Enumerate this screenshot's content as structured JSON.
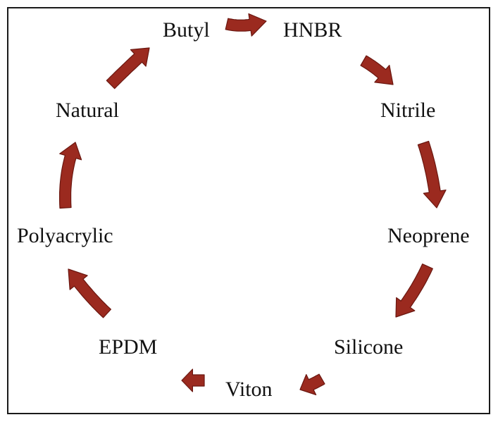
{
  "diagram": {
    "nodes": [
      {
        "id": "butyl",
        "label": "Butyl"
      },
      {
        "id": "hnbr",
        "label": "HNBR"
      },
      {
        "id": "nitrile",
        "label": "Nitrile"
      },
      {
        "id": "neoprene",
        "label": "Neoprene"
      },
      {
        "id": "silicone",
        "label": "Silicone"
      },
      {
        "id": "viton",
        "label": "Viton"
      },
      {
        "id": "epdm",
        "label": "EPDM"
      },
      {
        "id": "polyacrylic",
        "label": "Polyacrylic"
      },
      {
        "id": "natural",
        "label": "Natural"
      }
    ],
    "edges": [
      {
        "from": "butyl",
        "to": "hnbr"
      },
      {
        "from": "hnbr",
        "to": "nitrile"
      },
      {
        "from": "nitrile",
        "to": "neoprene"
      },
      {
        "from": "neoprene",
        "to": "silicone"
      },
      {
        "from": "silicone",
        "to": "viton"
      },
      {
        "from": "viton",
        "to": "epdm"
      },
      {
        "from": "epdm",
        "to": "polyacrylic"
      },
      {
        "from": "polyacrylic",
        "to": "natural"
      },
      {
        "from": "natural",
        "to": "butyl"
      }
    ],
    "arrow_color": "#9b2a1f",
    "arrow_outline": "#6a1710"
  }
}
